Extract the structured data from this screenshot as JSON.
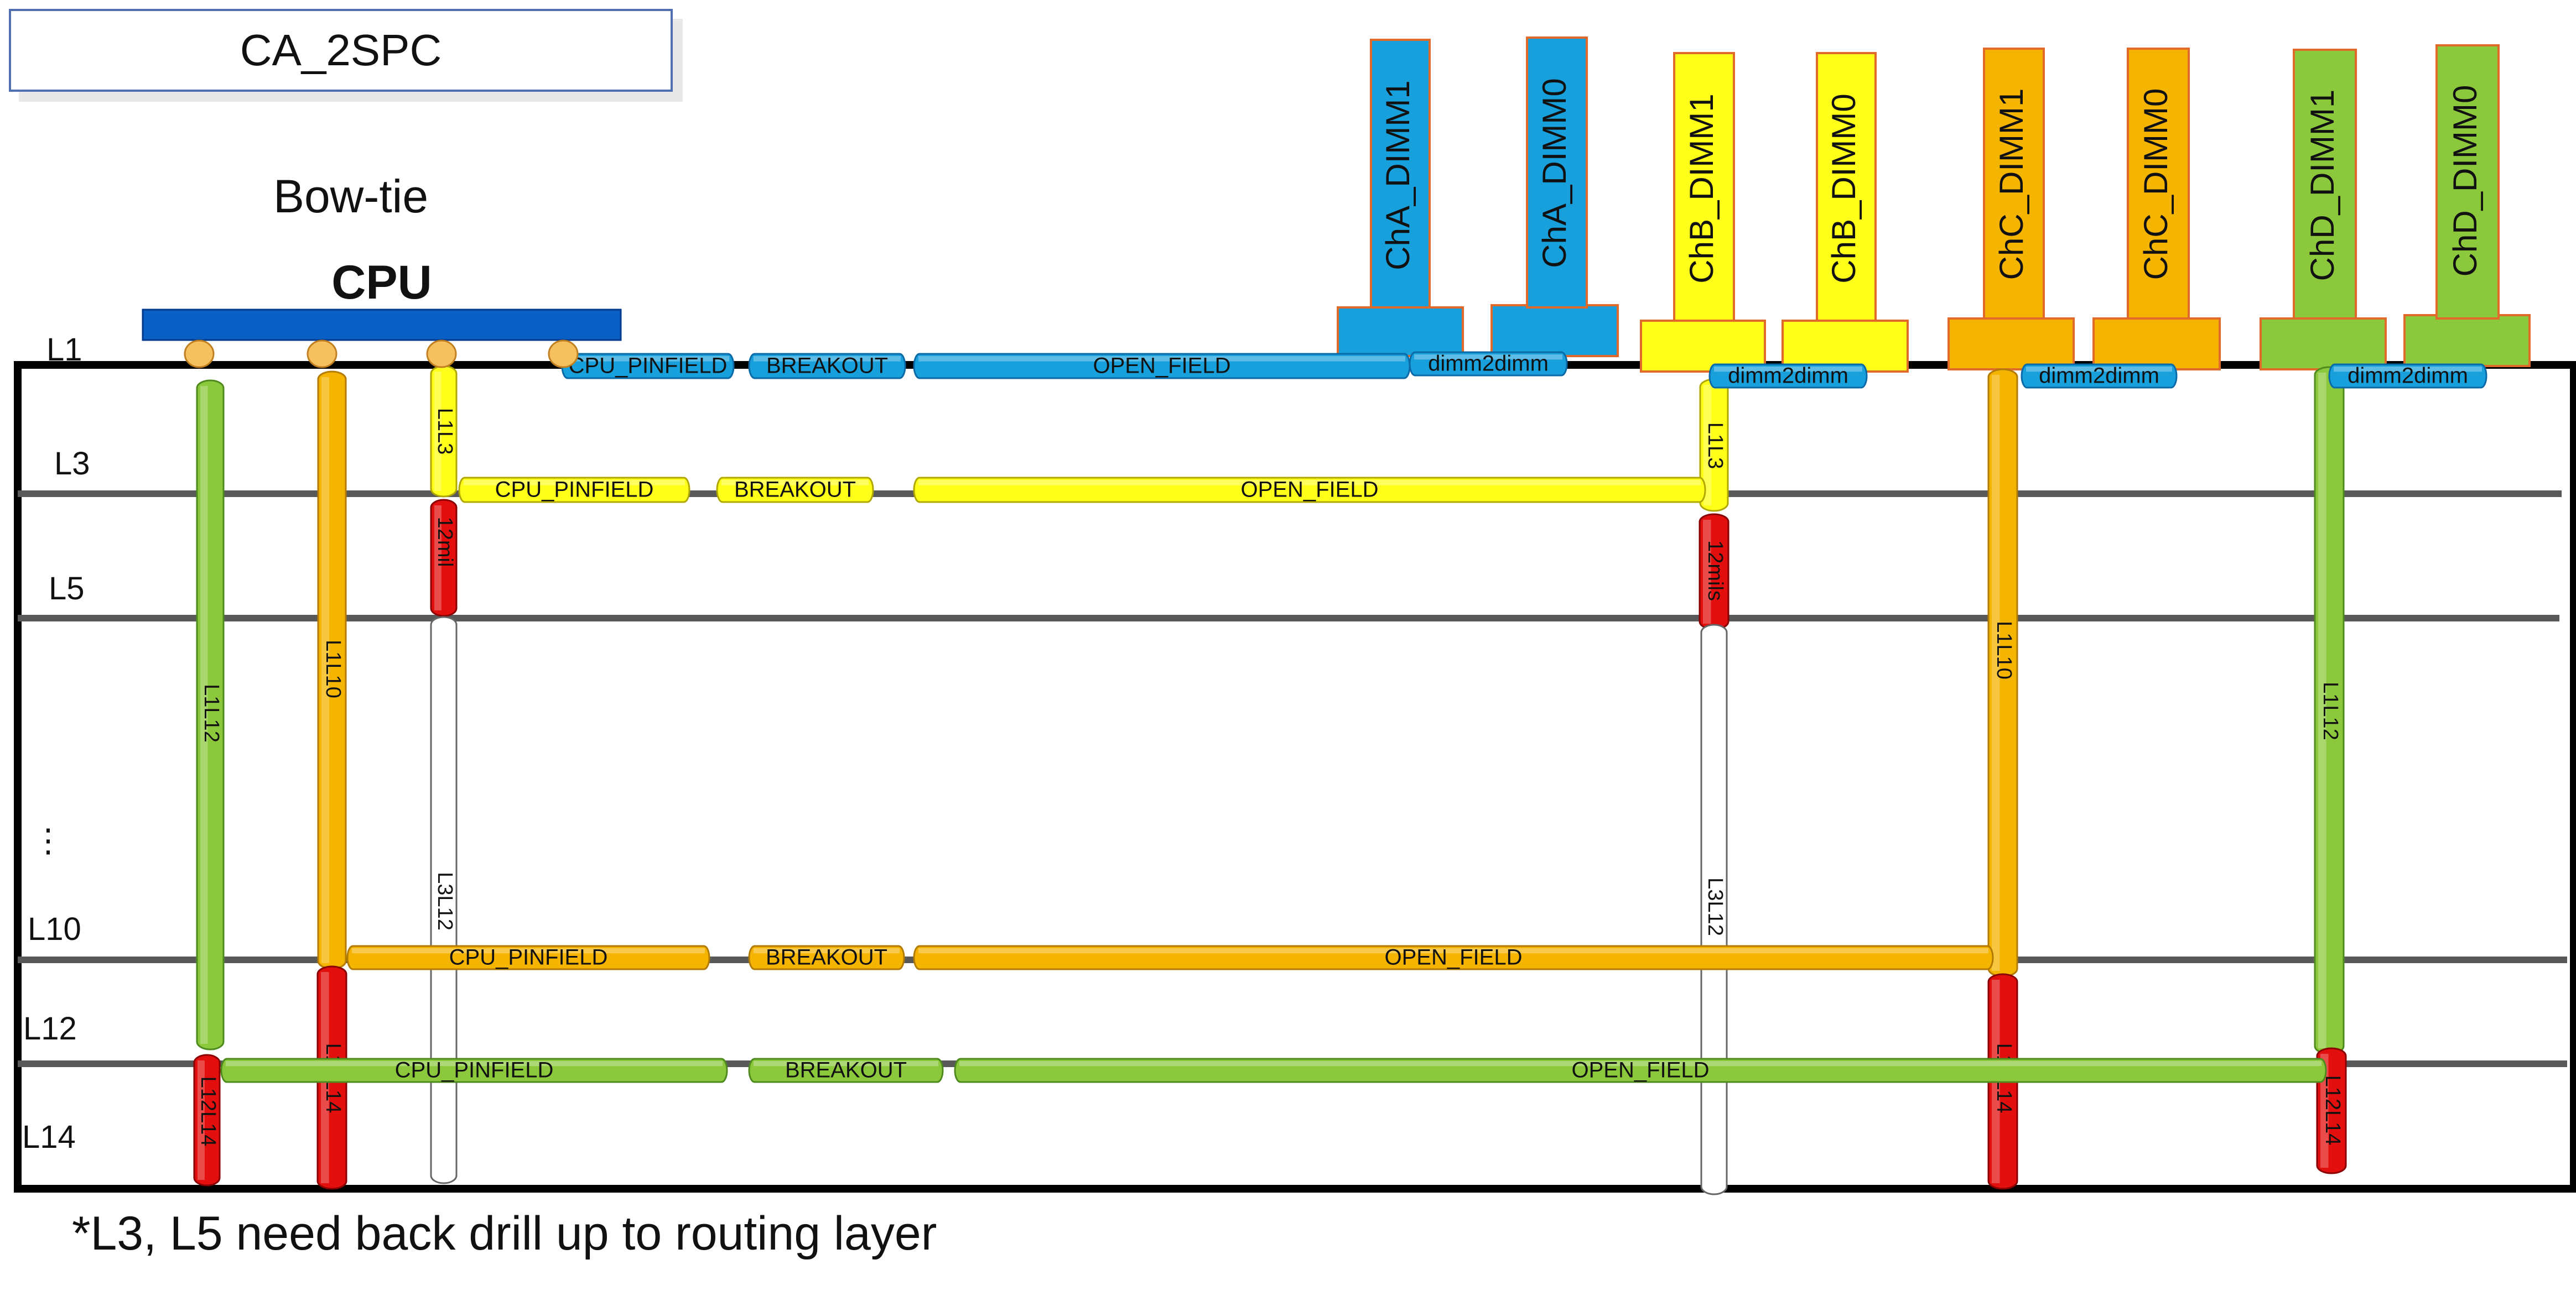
{
  "title": "CA_2SPC",
  "bowtie_label": "Bow-tie",
  "cpu_label": "CPU",
  "note": "*L3, L5 need back drill up to routing layer",
  "ellipsis": "⋮",
  "colors": {
    "blue": "#18a0dc",
    "blue_dark": "#0a70b0",
    "cpu_bar": "#0a5fc4",
    "yellow": "#ffff1a",
    "orange": "#f5b400",
    "green": "#8cc83c",
    "red": "#e30f0f",
    "gray_line": "#595959",
    "board": "#000000"
  },
  "layers": [
    {
      "id": "L1",
      "label": "L1"
    },
    {
      "id": "L3",
      "label": "L3"
    },
    {
      "id": "L5",
      "label": "L5"
    },
    {
      "id": "L10",
      "label": "L10"
    },
    {
      "id": "L12",
      "label": "L12"
    },
    {
      "id": "L14",
      "label": "L14"
    }
  ],
  "dimms": [
    {
      "label": "ChA_DIMM1",
      "color": "blue"
    },
    {
      "label": "ChA_DIMM0",
      "color": "blue"
    },
    {
      "label": "ChB_DIMM1",
      "color": "yellow"
    },
    {
      "label": "ChB_DIMM0",
      "color": "yellow"
    },
    {
      "label": "ChC_DIMM1",
      "color": "orange"
    },
    {
      "label": "ChC_DIMM0",
      "color": "orange"
    },
    {
      "label": "ChD_DIMM1",
      "color": "green"
    },
    {
      "label": "ChD_DIMM0",
      "color": "green"
    }
  ],
  "segments": {
    "cpu_pinfield": "CPU_PINFIELD",
    "breakout": "BREAKOUT",
    "open_field": "OPEN_FIELD",
    "dimm2dimm": "dimm2dimm"
  },
  "vias": {
    "l1l12": "L1L12",
    "l1l10": "L1L10",
    "l1l3": "L1L3",
    "l3l12": "L3L12",
    "l10l14": "L10L14",
    "l12l14": "L12L14",
    "stub_12mil": "12mil",
    "stub_12mils": "12mils"
  }
}
